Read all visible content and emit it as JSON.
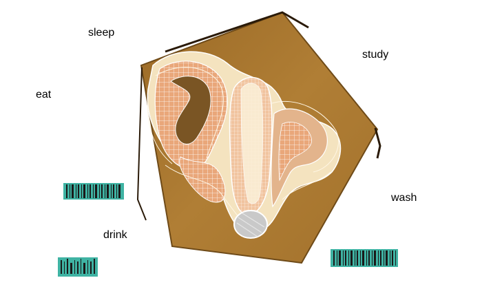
{
  "labels": {
    "sleep": "sleep",
    "study": "study",
    "eat": "eat",
    "wash": "wash",
    "drink": "drink"
  },
  "colors": {
    "pentagon_fill": "#a8772f",
    "pentagon_edge": "#6e4a18",
    "band_light": "#f4e3bf",
    "mesh_salmon": "#e9a77a",
    "mesh_line": "#ffffff",
    "dark_band": "#7a5524",
    "disc": "#c9c9c9",
    "barcode_teal": "#3fb3a3",
    "barcode_dark": "#1a1a1a"
  },
  "icons": [
    "3d-mesh-surface-image",
    "barcode-icon"
  ]
}
